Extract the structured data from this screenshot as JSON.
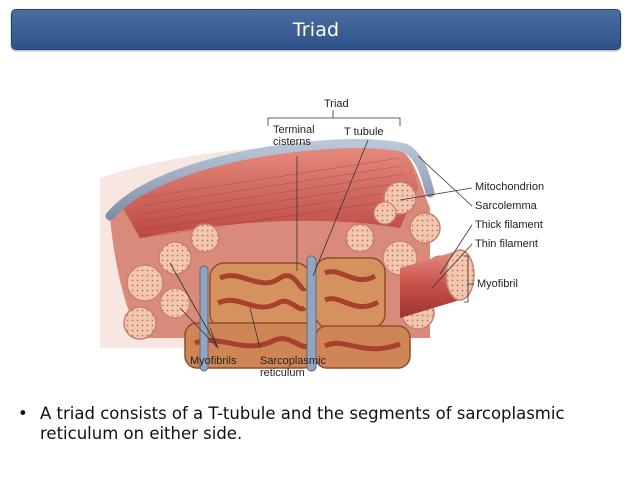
{
  "slide": {
    "title": "Triad",
    "bullet_text": "A triad consists of a T-tubule and the segments of sarcoplasmic reticulum on either side."
  },
  "diagram": {
    "labels": {
      "triad": "Triad",
      "terminal_cisterns_line1": "Terminal",
      "terminal_cisterns_line2": "cisterns",
      "t_tubule": "T tubule",
      "mitochondrion": "Mitochondrion",
      "sarcolemma": "Sarcolemma",
      "thick_filament": "Thick filament",
      "thin_filament": "Thin filament",
      "myofibril": "Myofibril",
      "myofibrils": "Myofibrils",
      "sarcoplasmic_line1": "Sarcoplasmic",
      "sarcoplasmic_line2": "reticulum"
    }
  }
}
